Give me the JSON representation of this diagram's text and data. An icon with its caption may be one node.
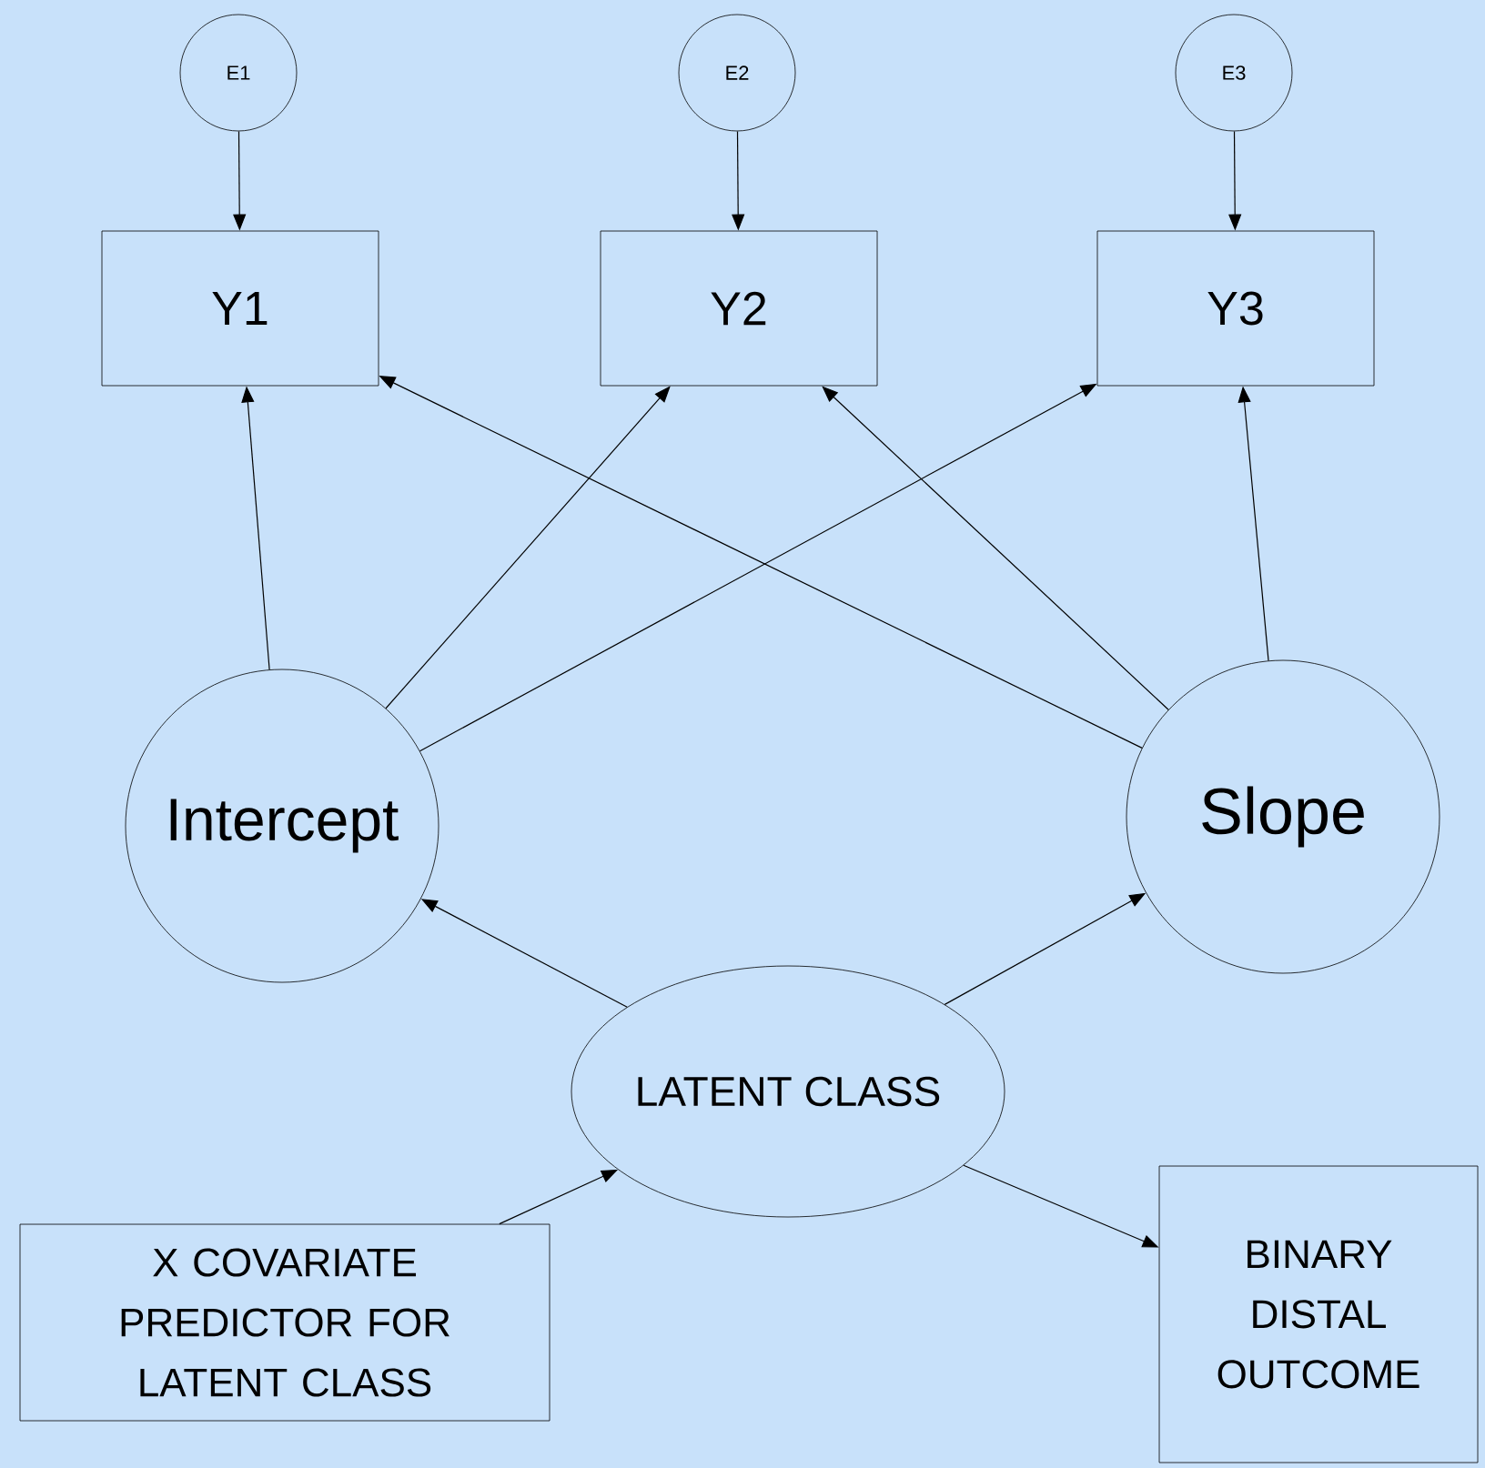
{
  "diagram": {
    "nodes": [
      {
        "text": [
          "E1"
        ]
      },
      {
        "text": [
          "E2"
        ]
      },
      {
        "text": [
          "E3"
        ]
      },
      {
        "text": [
          "Y1"
        ]
      },
      {
        "text": [
          "Y2"
        ]
      },
      {
        "text": [
          "Y3"
        ]
      },
      {
        "text": [
          "Intercept"
        ]
      },
      {
        "text": [
          "Slope"
        ]
      },
      {
        "text": [
          "LATENT CLASS"
        ]
      },
      {
        "text": [
          "X COVARIATE PREDICTOR FOR LATENT CLASS"
        ]
      },
      {
        "text": [
          "BINARY DISTAL OUTCOME"
        ]
      }
    ],
    "edges": [
      {
        "from": 0,
        "to": 3,
        "arrow": "to"
      },
      {
        "from": 1,
        "to": 4,
        "arrow": "to"
      },
      {
        "from": 2,
        "to": 5,
        "arrow": "to"
      },
      {
        "from": 6,
        "to": 3,
        "arrow": "to"
      },
      {
        "from": 6,
        "to": 4,
        "arrow": "to"
      },
      {
        "from": 6,
        "to": 5,
        "arrow": "to"
      },
      {
        "from": 7,
        "to": 3,
        "arrow": "to"
      },
      {
        "from": 7,
        "to": 4,
        "arrow": "to"
      },
      {
        "from": 7,
        "to": 5,
        "arrow": "to"
      },
      {
        "from": 8,
        "to": 6,
        "arrow": "to"
      },
      {
        "from": 8,
        "to": 7,
        "arrow": "to"
      },
      {
        "from": 9,
        "to": 8,
        "arrow": "to"
      },
      {
        "from": 8,
        "to": 10,
        "arrow": "to"
      }
    ]
  }
}
